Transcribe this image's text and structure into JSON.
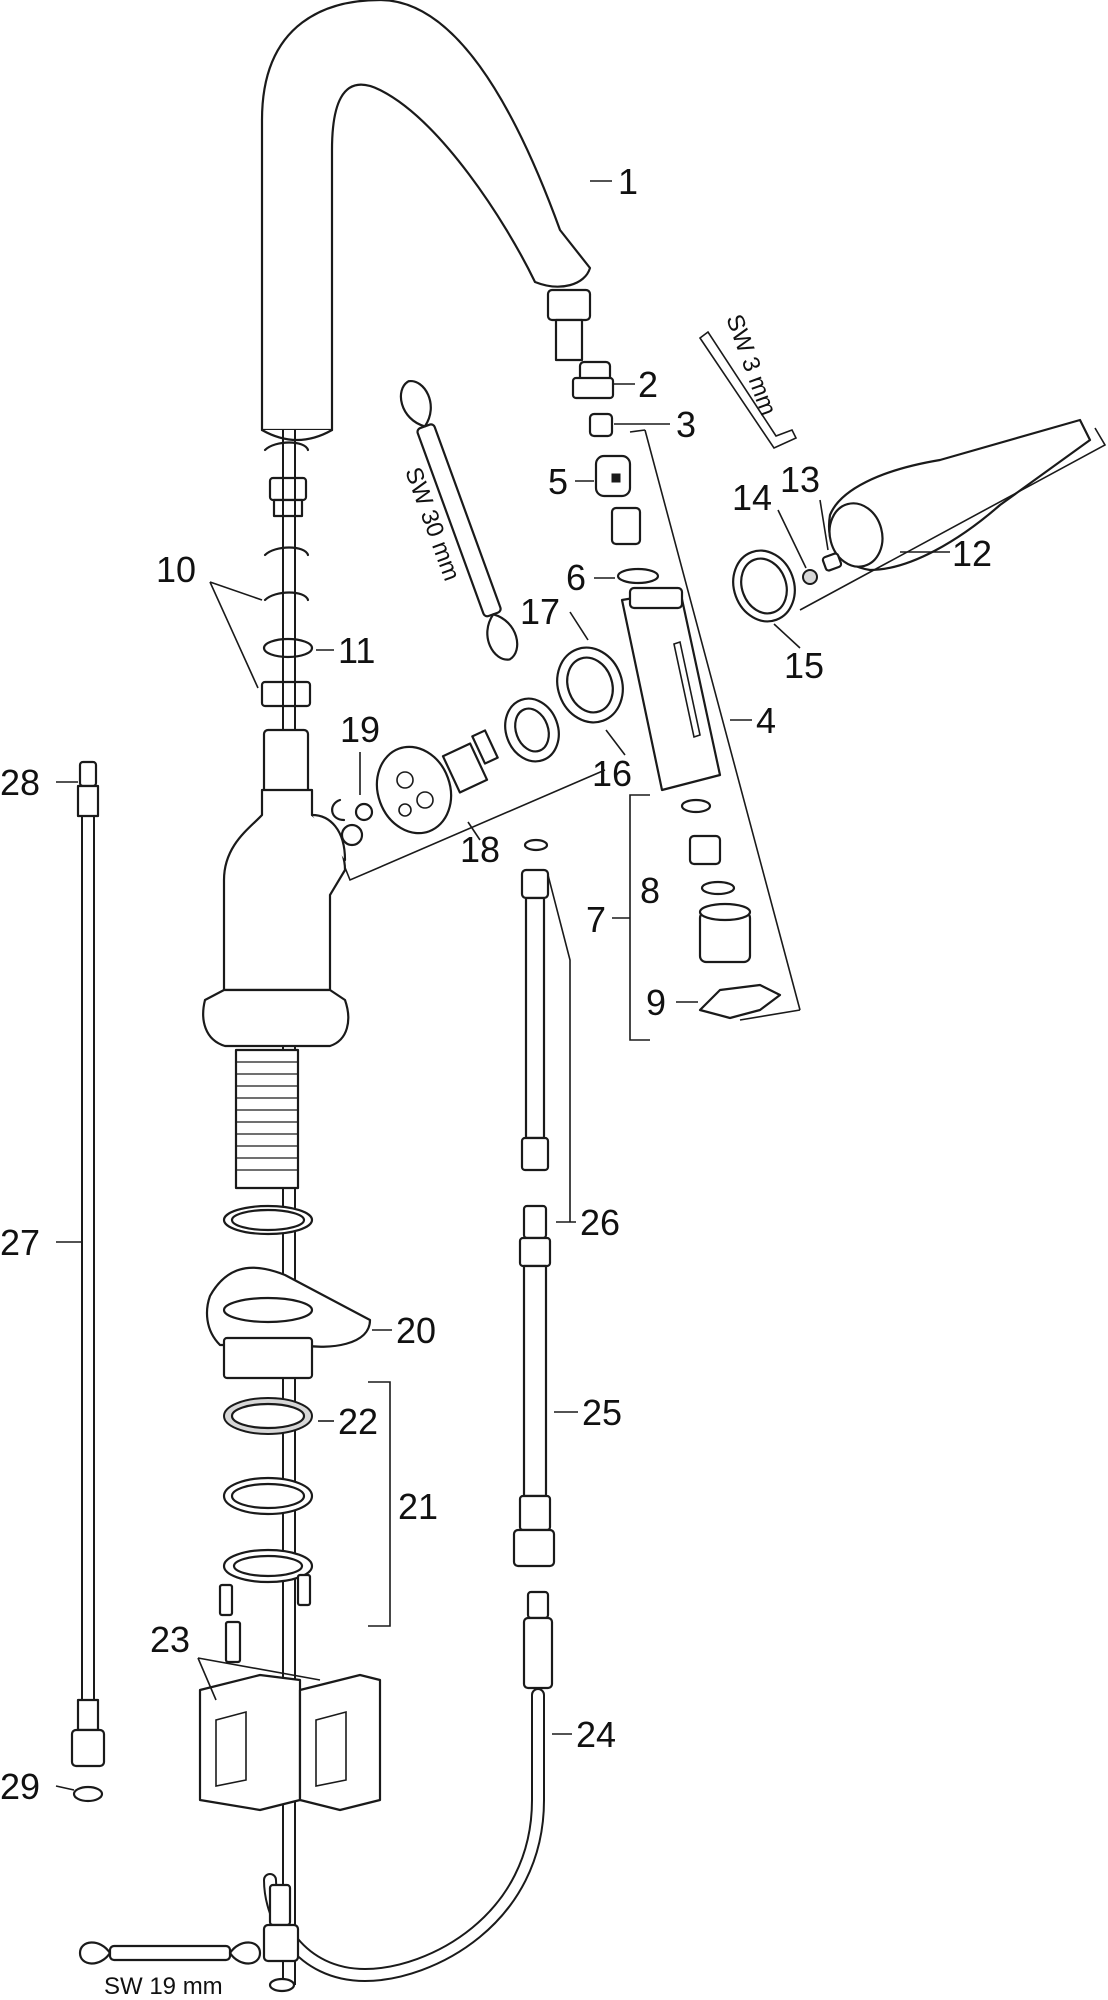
{
  "diagram": {
    "part_labels": [
      "1",
      "2",
      "3",
      "4",
      "5",
      "6",
      "7",
      "8",
      "9",
      "10",
      "11",
      "12",
      "13",
      "14",
      "15",
      "16",
      "17",
      "18",
      "19",
      "20",
      "21",
      "22",
      "23",
      "24",
      "25",
      "26",
      "27",
      "28",
      "29"
    ],
    "tool_labels": {
      "wrench_30": "SW 30 mm",
      "hex_key_3": "SW 3 mm",
      "wrench_19": "SW 19 mm"
    }
  }
}
